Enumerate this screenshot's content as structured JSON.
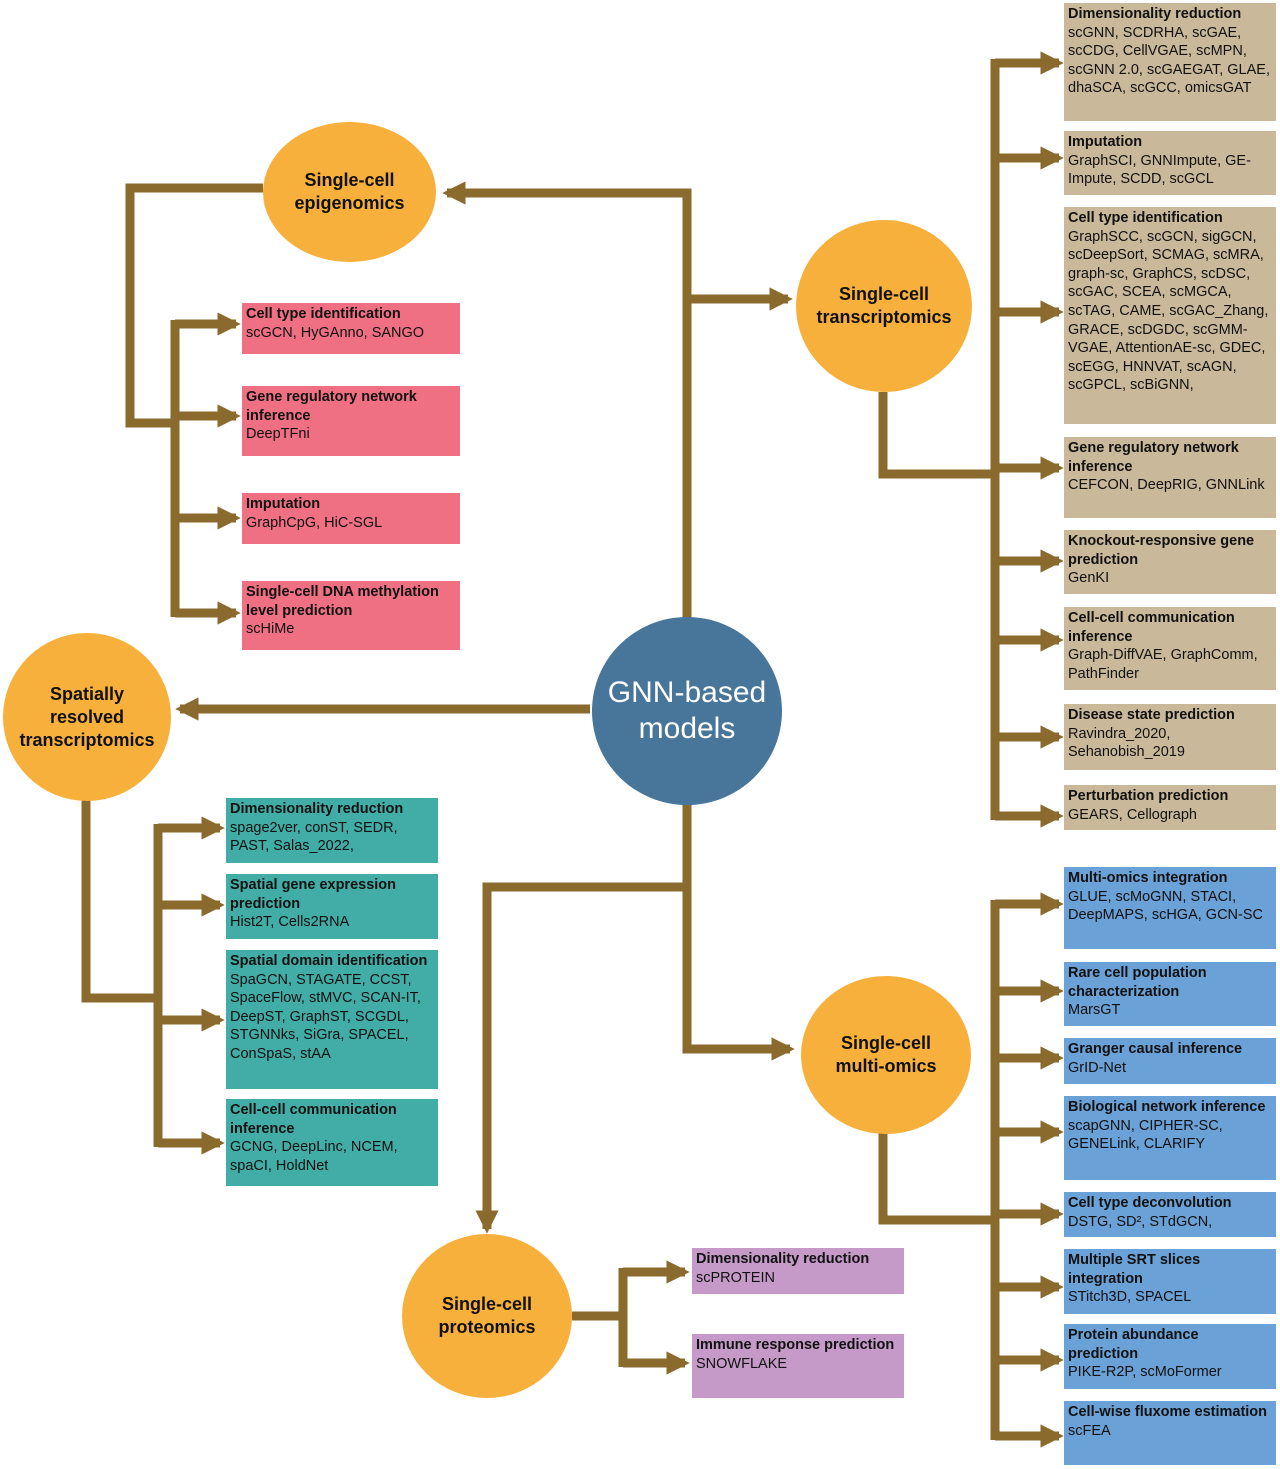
{
  "colors": {
    "connector": "#8b6a2e",
    "hub": "#47769a",
    "category": "#f8b03c",
    "epigenomics_boxes": "#f07083",
    "transcriptomics_boxes": "#c9b99a",
    "spatial_boxes": "#42ada6",
    "multiomics_boxes": "#6aa1d6",
    "proteomics_boxes": "#c59ac9"
  },
  "hub": {
    "label": "GNN-based\nmodels"
  },
  "categories": {
    "epigenomics": "Single-cell\nepigenomics",
    "transcriptomics": "Single-cell\ntranscriptomics",
    "spatial": "Spatially\nresolved\ntranscriptomics",
    "multiomics": "Single-cell\nmulti-omics",
    "proteomics": "Single-cell\nproteomics"
  },
  "epigenomics_tasks": [
    {
      "title": "Cell type identification",
      "tools": "scGCN, HyGAnno, SANGO"
    },
    {
      "title": "Gene regulatory network inference",
      "tools": "DeepTFni"
    },
    {
      "title": "Imputation",
      "tools": "GraphCpG, HiC-SGL"
    },
    {
      "title": "Single-cell DNA methylation level prediction",
      "tools": "scHiMe"
    }
  ],
  "transcriptomics_tasks": [
    {
      "title": "Dimensionality reduction",
      "tools": "scGNN, SCDRHA, scGAE, scCDG, CellVGAE, scMPN, scGNN 2.0, scGAEGAT, GLAE, dhaSCA, scGCC, omicsGAT"
    },
    {
      "title": "Imputation",
      "tools": "GraphSCI, GNNImpute, GE-Impute, SCDD, scGCL"
    },
    {
      "title": "Cell type identification",
      "tools": "GraphSCC, scGCN, sigGCN, scDeepSort, SCMAG, scMRA, graph-sc, GraphCS, scDSC, scGAC, SCEA, scMGCA, scTAG, CAME, scGAC_Zhang, GRACE, scDGDC, scGMM-VGAE, AttentionAE-sc, GDEC, scEGG, HNNVAT, scAGN, scGPCL, scBiGNN,"
    },
    {
      "title": "Gene regulatory network inference",
      "tools": "CEFCON, DeepRIG, GNNLink"
    },
    {
      "title": "Knockout-responsive gene prediction",
      "tools": "GenKI"
    },
    {
      "title": "Cell-cell communication inference",
      "tools": "Graph-DiffVAE, GraphComm, PathFinder"
    },
    {
      "title": "Disease state prediction",
      "tools": "Ravindra_2020, Sehanobish_2019"
    },
    {
      "title": "Perturbation prediction",
      "tools": "GEARS, Cellograph"
    }
  ],
  "spatial_tasks": [
    {
      "title": "Dimensionality reduction",
      "tools": "spage2ver, conST, SEDR, PAST, Salas_2022,"
    },
    {
      "title": "Spatial gene expression prediction",
      "tools": "Hist2T, Cells2RNA"
    },
    {
      "title": "Spatial domain identification",
      "tools": "SpaGCN, STAGATE, CCST, SpaceFlow, stMVC, SCAN-IT, DeepST, GraphST, SCGDL, STGNNks, SiGra, SPACEL, ConSpaS, stAA"
    },
    {
      "title": "Cell-cell communication inference",
      "tools": "GCNG, DeepLinc, NCEM, spaCI, HoldNet"
    }
  ],
  "multiomics_tasks": [
    {
      "title": "Multi-omics integration",
      "tools": "GLUE, scMoGNN, STACI, DeepMAPS, scHGA, GCN-SC"
    },
    {
      "title": "Rare cell population characterization",
      "tools": "MarsGT"
    },
    {
      "title": "Granger causal inference",
      "tools": "GrID-Net"
    },
    {
      "title": "Biological network inference",
      "tools": "scapGNN, CIPHER-SC, GENELink, CLARIFY"
    },
    {
      "title": "Cell type deconvolution",
      "tools": "DSTG, SD², STdGCN,"
    },
    {
      "title": "Multiple SRT slices integration",
      "tools": "STitch3D, SPACEL"
    },
    {
      "title": "Protein abundance prediction",
      "tools": "PIKE-R2P, scMoFormer"
    },
    {
      "title": "Cell-wise fluxome estimation",
      "tools": "scFEA"
    }
  ],
  "proteomics_tasks": [
    {
      "title": "Dimensionality reduction",
      "tools": "scPROTEIN"
    },
    {
      "title": "Immune response prediction",
      "tools": "SNOWFLAKE"
    }
  ]
}
